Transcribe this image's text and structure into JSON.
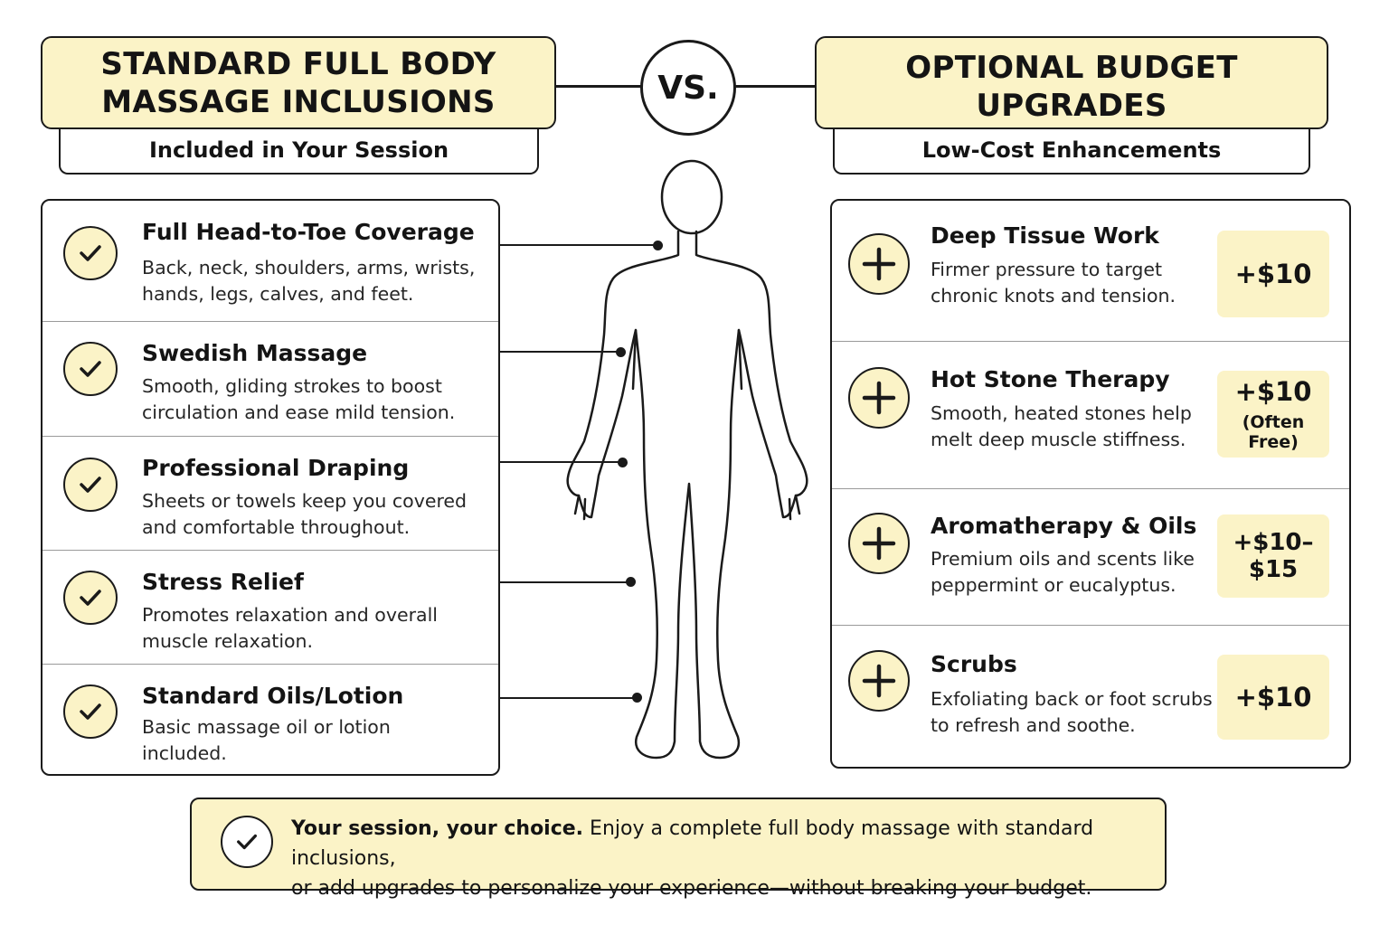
{
  "left_header": {
    "title_line1": "STANDARD FULL BODY",
    "title_line2": "MASSAGE INCLUSIONS",
    "subtitle": "Included in Your Session"
  },
  "vs_label": "VS.",
  "right_header": {
    "title": "OPTIONAL BUDGET UPGRADES",
    "subtitle": "Low-Cost Enhancements"
  },
  "inclusions": [
    {
      "title": "Full Head-to-Toe Coverage",
      "desc1": "Back, neck, shoulders, arms, wrists,",
      "desc2": "hands, legs, calves, and feet.",
      "icon": "check-icon"
    },
    {
      "title": "Swedish Massage",
      "desc1": "Smooth, gliding strokes to boost",
      "desc2": "circulation and ease mild tension.",
      "icon": "check-icon"
    },
    {
      "title": "Professional Draping",
      "desc1": "Sheets or towels keep you covered",
      "desc2": "and comfortable throughout.",
      "icon": "check-icon"
    },
    {
      "title": "Stress Relief",
      "desc1": "Promotes relaxation and overall",
      "desc2": "muscle relaxation.",
      "icon": "check-icon"
    },
    {
      "title": "Standard Oils/Lotion",
      "desc1": "Basic massage oil or lotion",
      "desc2": "included.",
      "icon": "check-icon"
    }
  ],
  "upgrades": [
    {
      "title": "Deep Tissue Work",
      "desc1": "Firmer pressure to target",
      "desc2": "chronic knots and tension.",
      "price": "+$10",
      "note": "",
      "icon": "plus-icon"
    },
    {
      "title": "Hot Stone Therapy",
      "desc1": "Smooth, heated stones help",
      "desc2": "melt deep muscle stiffness.",
      "price": "+$10",
      "note": "(Often Free)",
      "icon": "plus-icon"
    },
    {
      "title": "Aromatherapy & Oils",
      "desc1": "Premium oils and scents like",
      "desc2": "peppermint or eucalyptus.",
      "price": "+$10–$15",
      "note": "",
      "icon": "plus-icon"
    },
    {
      "title": "Scrubs",
      "desc1": "Exfoliating back or foot scrubs",
      "desc2": "to refresh and soothe.",
      "price": "+$10",
      "note": "",
      "icon": "plus-icon"
    }
  ],
  "footer": {
    "bold": "Your session, your choice.",
    "text_line1": " Enjoy a complete full body massage with standard inclusions,",
    "text_line2": "or add upgrades to personalize your experience—without breaking your budget.",
    "icon": "check-icon"
  },
  "colors": {
    "accent": "#fbf3c7",
    "border": "#1a1a1a"
  }
}
